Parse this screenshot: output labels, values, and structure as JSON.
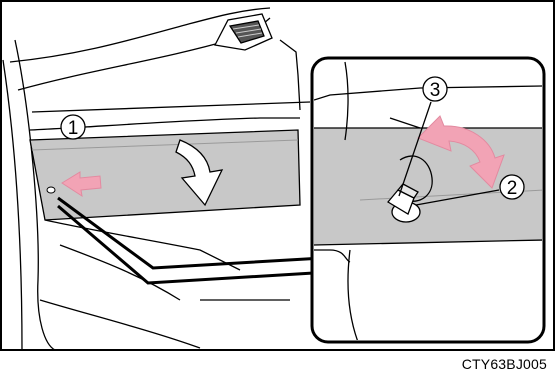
{
  "figure": {
    "code": "CTY63BJ005",
    "callouts": [
      "1",
      "2",
      "3"
    ],
    "colors": {
      "outline": "#000000",
      "panel_gray": "#c8c8c8",
      "shadow_gray": "#bdbdbd",
      "arrow_pink": "#f2a3b5",
      "arrow_pink_edge": "#e28aa0",
      "background": "#ffffff"
    },
    "icons": [
      "push-arrow-icon",
      "open-arrow-icon",
      "rotate-arrow-icon",
      "key-icon",
      "keyhole-icon"
    ]
  }
}
